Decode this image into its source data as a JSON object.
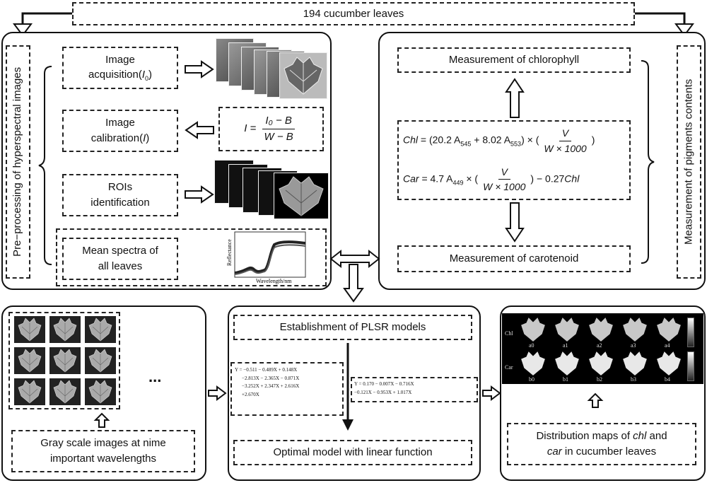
{
  "top": {
    "label": "194 cucumber leaves"
  },
  "left_panel": {
    "vertical_label": "Pre−processing of hyperspectral images",
    "acquisition": {
      "line1": "Image",
      "line2": "acquisition(",
      "var": "I",
      "sub": "0",
      "close": ")"
    },
    "calibration": {
      "line1": "Image",
      "line2": "calibration(",
      "var": "I",
      "close": ")"
    },
    "calibration_eq": {
      "lhs": "I =",
      "num": "I₀ − B",
      "den": "W − B"
    },
    "roi": {
      "line1": "ROIs",
      "line2": "identification"
    },
    "mean": {
      "line1": "Mean spectra of",
      "line2": "all leaves"
    },
    "spectra_plot": {
      "ylabel": "Reflectance",
      "xlabel": "Wavelength/nm"
    }
  },
  "right_panel": {
    "vertical_label": "Measurement of pigments contents",
    "chlorophyll": "Measurement of chlorophyll",
    "carotenoid": "Measurement of carotenoid",
    "eq_chl": {
      "lhs": "Chl",
      "body": " = (20.2 A",
      "s1": "545",
      "mid": " + 8.02 A",
      "s2": "553",
      "tail": ") × (",
      "num": "V",
      "den": "W × 1000",
      "end": ")"
    },
    "eq_car": {
      "lhs": "Car",
      "body": " = 4.7 A",
      "s1": "449",
      "tail": " × (",
      "num": "V",
      "den": "W × 1000",
      "end": ") − 0.27",
      "chl": "Chl"
    }
  },
  "bottom_left": {
    "ellipsis": "...",
    "caption_line1": "Gray scale images at nime",
    "caption_line2": "important wavelengths"
  },
  "bottom_middle": {
    "plsr": "Establishment of PLSR models",
    "optimal": "Optimal model with linear function",
    "chl_model": [
      "Y = −0.511 − 0.489X + 0.148X",
      "−2.813X − 2.365X − 0.871X",
      "−3.252X + 2.347X + 2.616X",
      "+2.670X"
    ],
    "car_model": [
      "Y = 0.170 − 0.007X − 0.716X",
      "−0.121X − 0.953X + 1.017X"
    ]
  },
  "bottom_right": {
    "row_labels": [
      "Chl",
      "Car"
    ],
    "map_labels_a": [
      "a0",
      "a1",
      "a2",
      "a3",
      "a4"
    ],
    "map_labels_b": [
      "b0",
      "b1",
      "b2",
      "b3",
      "b4"
    ],
    "caption": {
      "pre1": "Distribution maps of ",
      "it1": "chl",
      "post1": " and",
      "it2": "car",
      "post2": " in cucumber leaves"
    }
  }
}
